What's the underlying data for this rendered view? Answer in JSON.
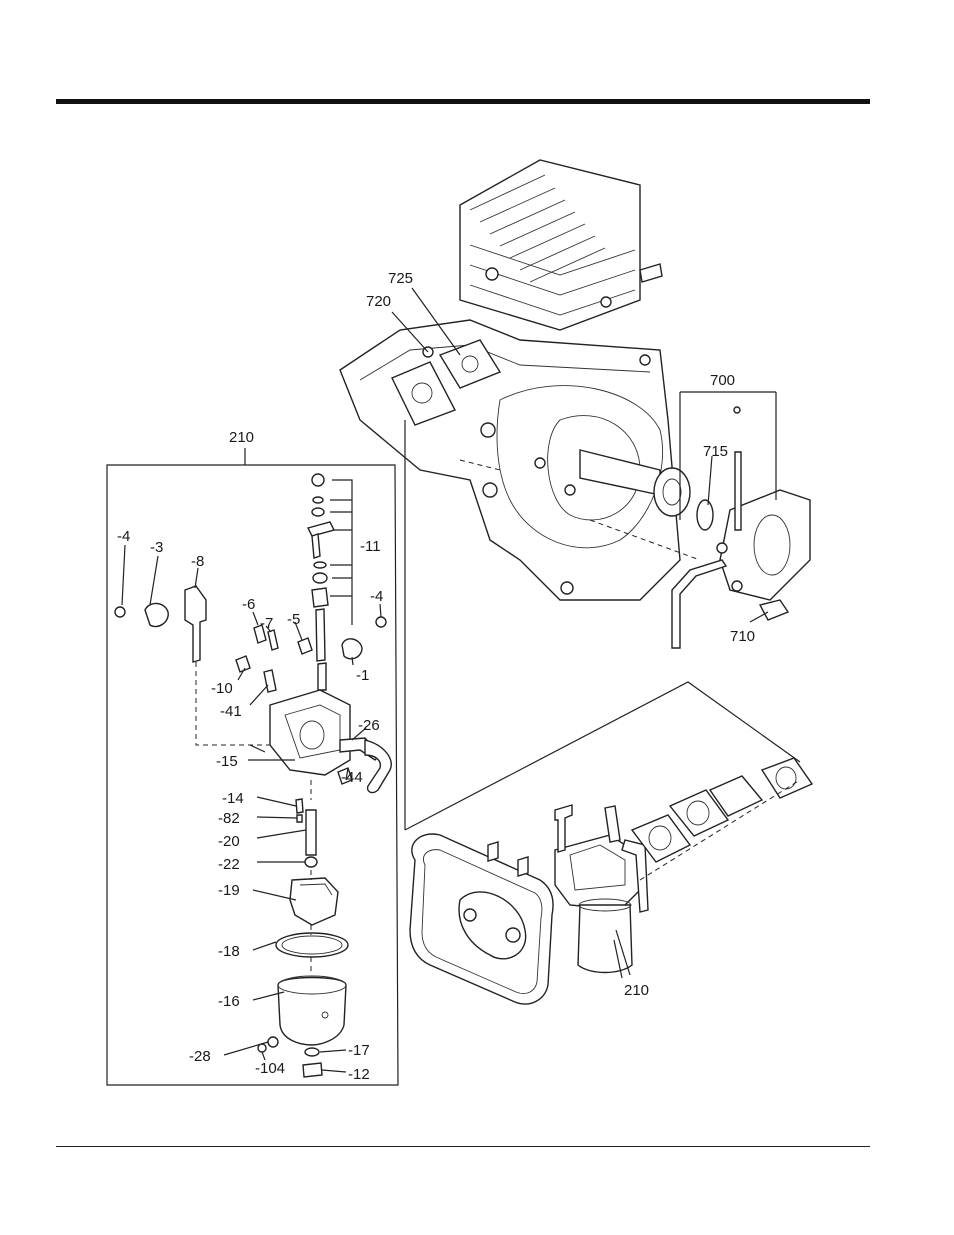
{
  "callouts": {
    "c725": "725",
    "c720": "720",
    "c700": "700",
    "c715": "715",
    "c710": "710",
    "c210a": "210",
    "c210b": "210",
    "m4a": "-4",
    "m3": "-3",
    "m8": "-8",
    "m11": "-11",
    "m6": "-6",
    "m7": "-7",
    "m5": "-5",
    "m4b": "-4",
    "m1": "-1",
    "m10": "-10",
    "m41": "-41",
    "m26": "-26",
    "m15": "-15",
    "m44": "-44",
    "m14": "-14",
    "m82": "-82",
    "m20": "-20",
    "m22": "-22",
    "m19": "-19",
    "m18": "-18",
    "m16": "-16",
    "m28": "-28",
    "m104": "-104",
    "m17": "-17",
    "m12": "-12"
  }
}
